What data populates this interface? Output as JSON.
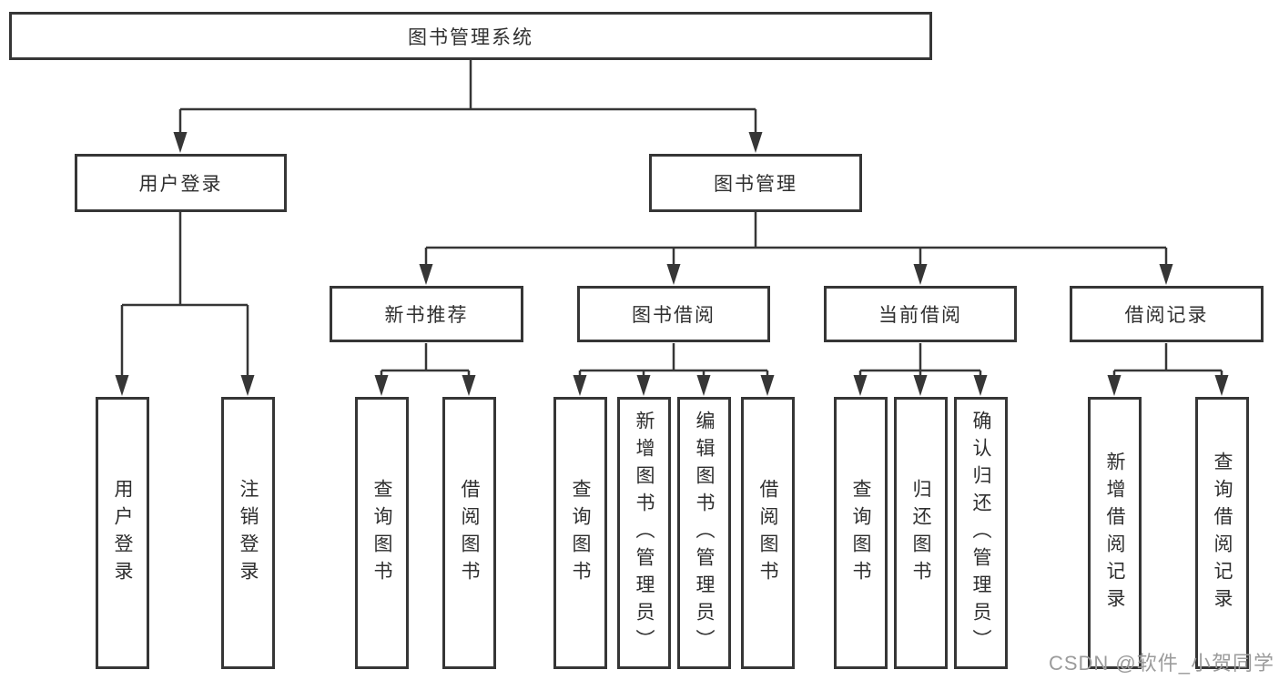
{
  "tree": {
    "root": {
      "label": "图书管理系统"
    },
    "branches": [
      {
        "label": "用户登录",
        "children": [
          {
            "label": "用户登录"
          },
          {
            "label": "注销登录"
          }
        ]
      },
      {
        "label": "图书管理",
        "children": [
          {
            "label": "新书推荐",
            "children": [
              {
                "label": "查询图书"
              },
              {
                "label": "借阅图书"
              }
            ]
          },
          {
            "label": "图书借阅",
            "children": [
              {
                "label": "查询图书"
              },
              {
                "label": "新增图书（管理员）"
              },
              {
                "label": "编辑图书（管理员）"
              },
              {
                "label": "借阅图书"
              }
            ]
          },
          {
            "label": "当前借阅",
            "children": [
              {
                "label": "查询图书"
              },
              {
                "label": "归还图书"
              },
              {
                "label": "确认归还（管理员）"
              }
            ]
          },
          {
            "label": "借阅记录",
            "children": [
              {
                "label": "新增借阅记录"
              },
              {
                "label": "查询借阅记录"
              }
            ]
          }
        ]
      }
    ]
  },
  "watermark": {
    "text": "CSDN @软件_小贺同学"
  },
  "colors": {
    "line": "#363636",
    "box_border": "#363636",
    "text": "#2f2f2f",
    "watermark_gray": "#9b9b9b"
  }
}
